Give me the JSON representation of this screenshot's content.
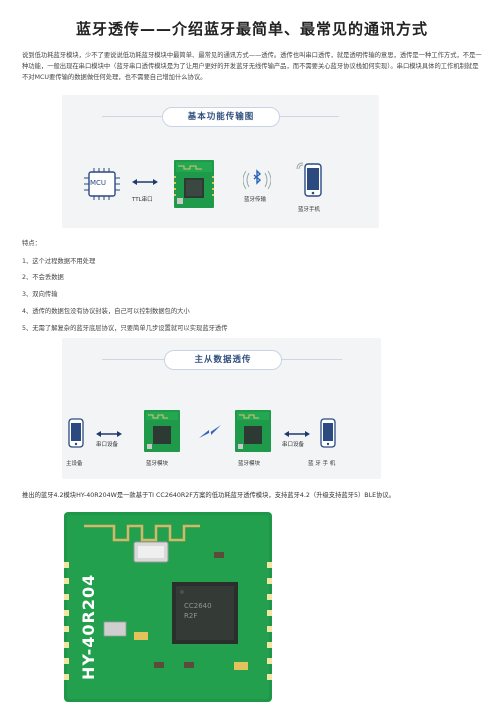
{
  "title": "蓝牙透传——介绍蓝牙最简单、最常见的通讯方式",
  "intro": "说到低功耗蓝牙模块，少不了要说说低功耗蓝牙模块中最简单、最常见的通讯方式——透传。透传也叫串口透传，就是透明传输的意思，透传是一种工作方式，不是一种功能，一般出现在串口模块中（蓝牙串口透传模块是为了让用户更好的开发蓝牙无线传输产品，而不需要关心蓝牙协议栈如何实现）。串口模块具体的工作机制就是不对MCU要传输的数据做任何处理，也不需要自己增加什么协议。",
  "diagram1": {
    "banner": "基本功能传输图",
    "mcu_label": "MCU",
    "ttl_label": "TTL串口",
    "bt_label": "蓝牙传输",
    "phone_label": "蓝牙手机"
  },
  "features": {
    "heading": "特点：",
    "items": [
      "1、这个过程数据不用处理",
      "2、不会丢数据",
      "3、双向传输",
      "4、透传的数据包没有协议封装，自己可以控制数据包的大小",
      "5、无需了解复杂的蓝牙底层协议，只要简单几步设置就可以实现蓝牙透传"
    ]
  },
  "diagram2": {
    "banner": "主从数据透传",
    "serial_left": "串口设备",
    "serial_right": "串口设备",
    "host": "主设备",
    "module_left": "蓝牙模块",
    "module_right": "蓝牙模块",
    "phone": "蓝 牙 手 机"
  },
  "bottom_para": "推出的蓝牙4.2模块HY-40R204W是一款基于TI CC2640R2F方案的低功耗蓝牙透传模块，支持蓝牙4.2（升级支持蓝牙5）BLE协议。",
  "module_print": "HY-40R204",
  "colors": {
    "pcb": "#1f9a4a",
    "banner_text": "#31507e",
    "arrow": "#1f3a6d",
    "bt_bolt": "#2b64b8"
  }
}
